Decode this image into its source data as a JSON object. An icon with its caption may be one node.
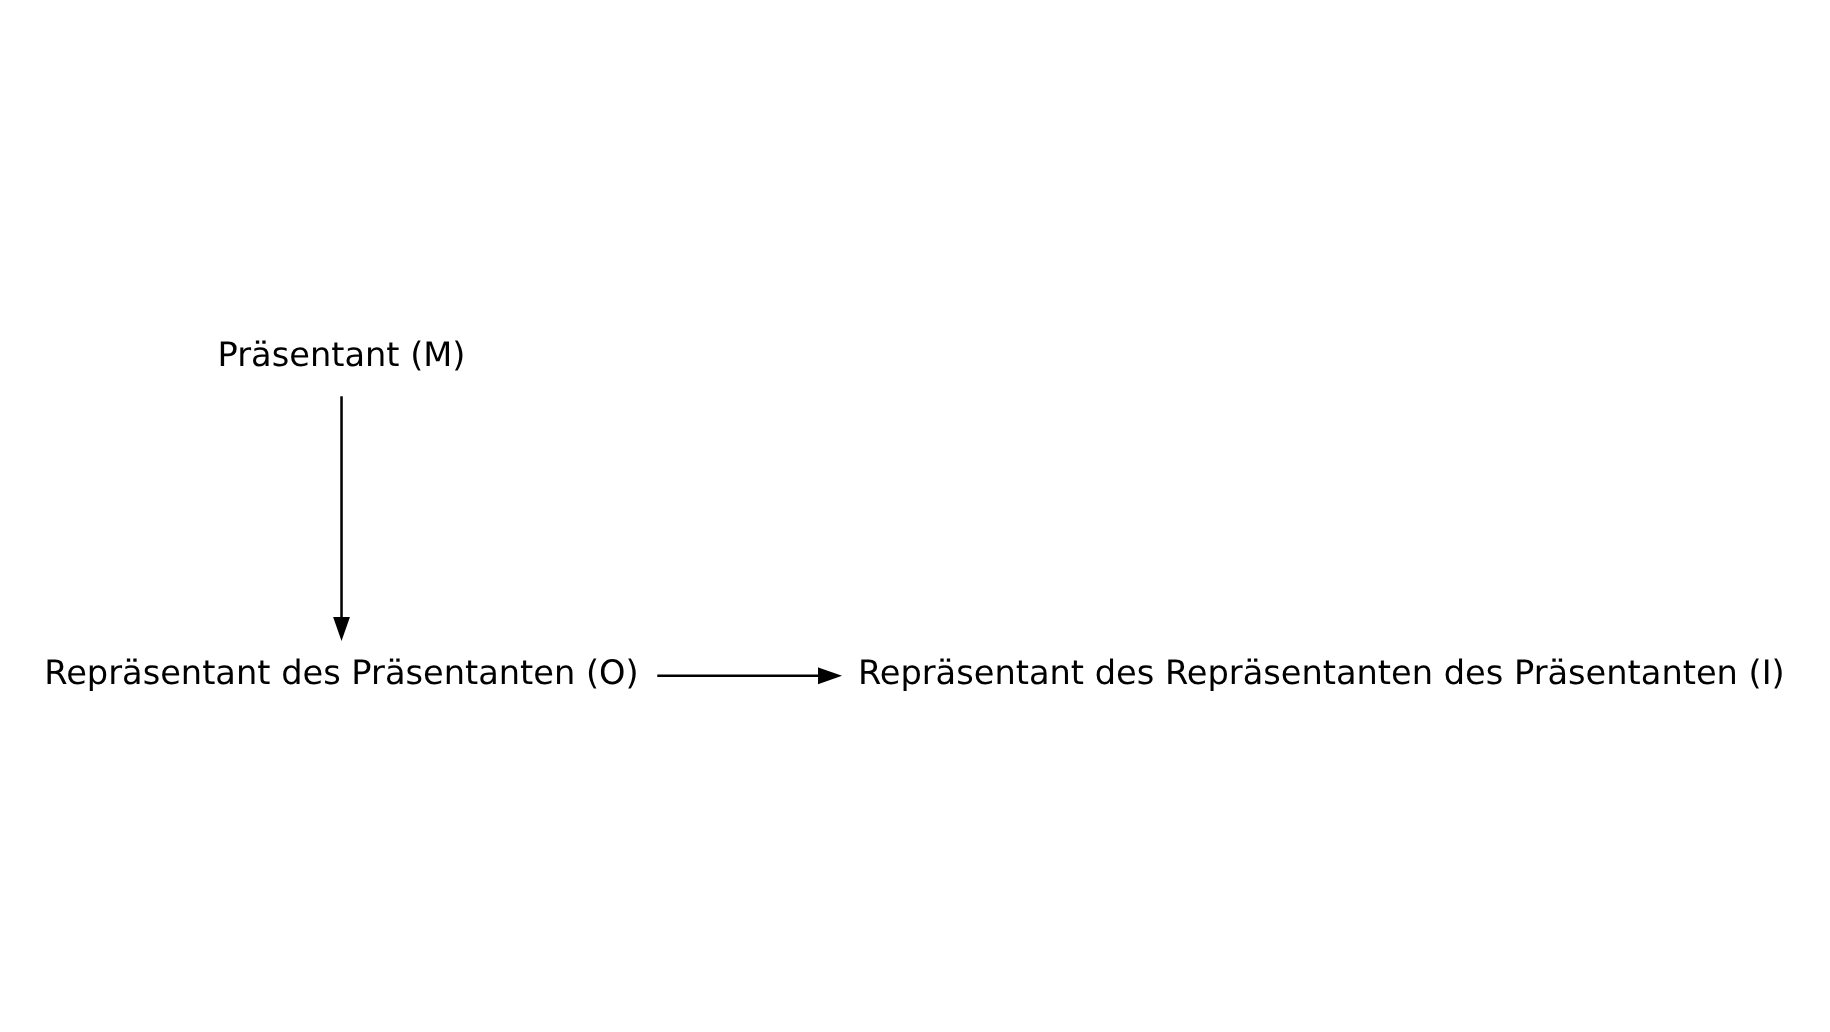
{
  "diagram": {
    "nodes": [
      {
        "text": [
          "Präsentant (M)"
        ]
      },
      {
        "text": [
          "Repräsentant des Präsentanten (O)"
        ]
      },
      {
        "text": [
          "Repräsentant des Repräsentanten des Präsentanten (I)"
        ]
      }
    ],
    "edges": [
      {
        "from": 0,
        "to": 1,
        "arrow": "to"
      },
      {
        "from": 1,
        "to": 2,
        "arrow": "to"
      }
    ]
  }
}
